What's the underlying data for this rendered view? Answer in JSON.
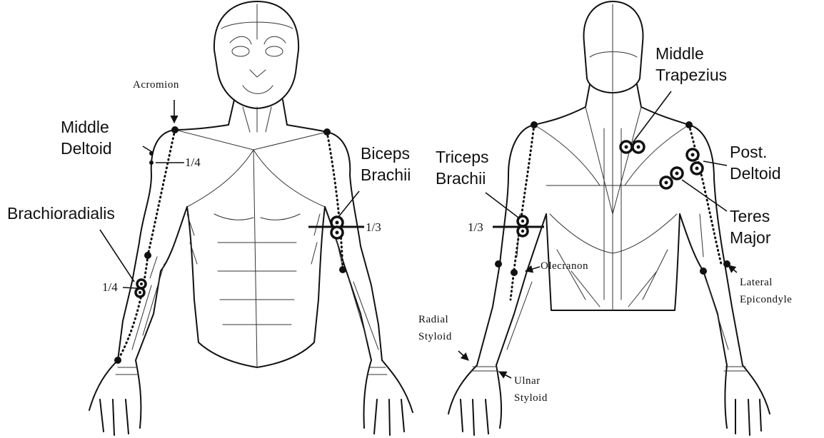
{
  "front": {
    "acromion": "Acromion",
    "middle_deltoid": [
      "Middle",
      "Deltoid"
    ],
    "biceps_brachii": [
      "Biceps",
      "Brachii"
    ],
    "brachioradialis": "Brachioradialis",
    "frac_quarter_delt": "1/4",
    "frac_third_biceps": "1/3",
    "frac_quarter_brachio": "1/4"
  },
  "back": {
    "middle_trapezius": [
      "Middle",
      "Trapezius"
    ],
    "triceps_brachii": [
      "Triceps",
      "Brachii"
    ],
    "post_deltoid": [
      "Post.",
      "Deltoid"
    ],
    "teres_major": [
      "Teres",
      "Major"
    ],
    "frac_third_triceps": "1/3",
    "olecranon": "Olecranon",
    "lateral_epicondyle": [
      "Lateral",
      "Epicondyle"
    ],
    "radial_styloid": [
      "Radial",
      "Styloid"
    ],
    "ulnar_styloid": [
      "Ulnar",
      "Styloid"
    ]
  },
  "colors": {
    "ink": "#111111",
    "background": "#ffffff"
  }
}
